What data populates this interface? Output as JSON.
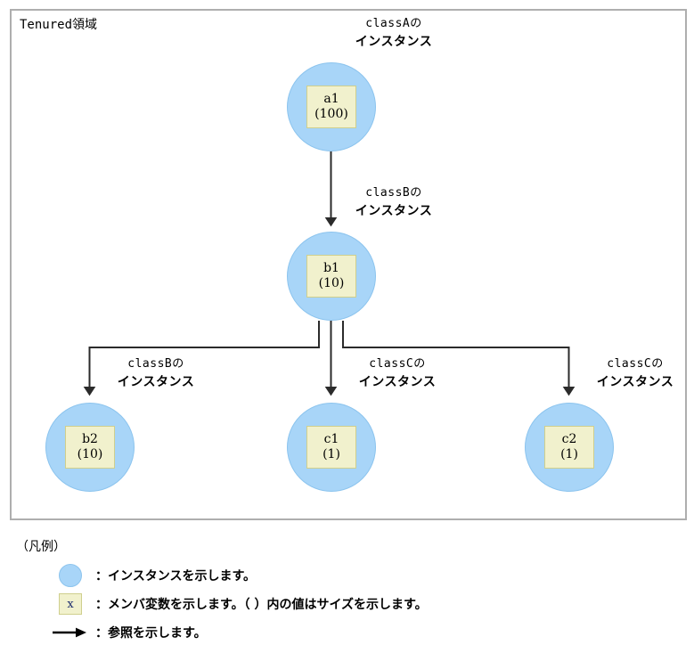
{
  "region": {
    "title": "Tenured領域"
  },
  "nodes": [
    {
      "id": "a1",
      "name": "a1",
      "size": "(100)",
      "label_line1": "classAの",
      "label_line2": "インスタンス"
    },
    {
      "id": "b1",
      "name": "b1",
      "size": "(10)",
      "label_line1": "classBの",
      "label_line2": "インスタンス"
    },
    {
      "id": "b2",
      "name": "b2",
      "size": "(10)",
      "label_line1": "classBの",
      "label_line2": "インスタンス"
    },
    {
      "id": "c1",
      "name": "c1",
      "size": "(1)",
      "label_line1": "classCの",
      "label_line2": "インスタンス"
    },
    {
      "id": "c2",
      "name": "c2",
      "size": "(1)",
      "label_line1": "classCの",
      "label_line2": "インスタンス"
    }
  ],
  "legend": {
    "title": "（凡例）",
    "items": [
      {
        "swatch": "circle-swatch",
        "swatch_text": "",
        "text": "：インスタンスを示します。"
      },
      {
        "swatch": "box-swatch",
        "swatch_text": "x",
        "text": "：メンバ変数を示します。（ ）内の値はサイズを示します。"
      },
      {
        "swatch": "arrow-swatch",
        "swatch_text": "",
        "text": "：参照を示します。"
      }
    ]
  },
  "colors": {
    "instance_fill": "#a8d5f8",
    "instance_stroke": "#8cc4ee",
    "member_fill": "#f1f1cd",
    "member_stroke": "#cfcf8d",
    "region_border": "#aeaeae",
    "connector": "#2b2b2b",
    "text": "#000000"
  }
}
